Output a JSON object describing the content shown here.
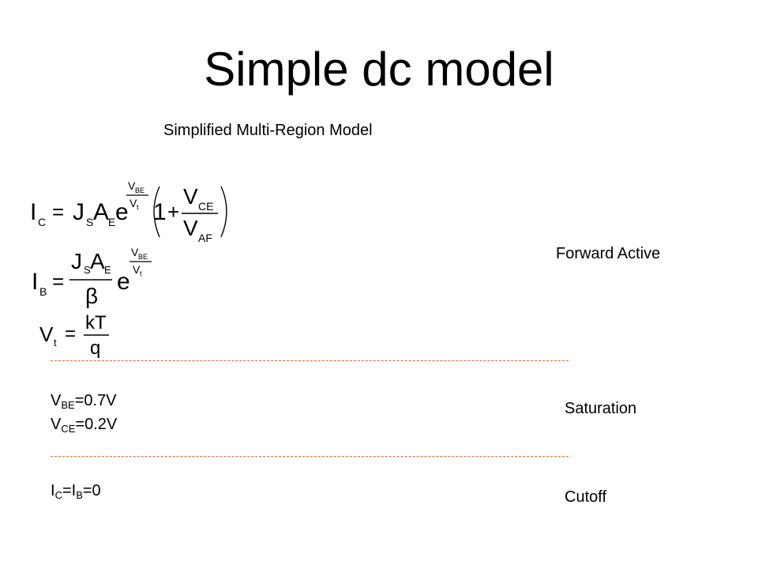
{
  "slide": {
    "title": "Simple dc model",
    "subtitle": "Simplified Multi-Region Model"
  },
  "regions": {
    "forward_active": "Forward Active",
    "saturation": "Saturation",
    "cutoff": "Cutoff"
  },
  "equations": {
    "ic": {
      "I": "I",
      "C": "C",
      "eq": "=",
      "J": "J",
      "S": "S",
      "A": "A",
      "E": "E",
      "e": "e",
      "exp_VBE": "V",
      "exp_BE": "BE",
      "exp_Vt": "V",
      "exp_t": "t",
      "one": "1",
      "plus": "+",
      "V": "V",
      "CE": "CE",
      "AF": "AF"
    },
    "ib": {
      "I": "I",
      "B": "B",
      "eq": "=",
      "J": "J",
      "S": "S",
      "A": "A",
      "E": "E",
      "beta": "β",
      "e": "e",
      "exp_VBE": "V",
      "exp_BE": "BE",
      "exp_Vt": "V",
      "exp_t": "t"
    },
    "vt": {
      "V": "V",
      "t": "t",
      "eq": "=",
      "num": "kT",
      "den": "q"
    }
  },
  "saturation_values": {
    "vbe": {
      "V": "V",
      "sub": "BE",
      "value": "=0.7V"
    },
    "vce": {
      "V": "V",
      "sub": "CE",
      "value": "=0.2V"
    }
  },
  "cutoff_values": {
    "I1": "I",
    "C": "C",
    "eq1": "=",
    "I2": "I",
    "B": "B",
    "value": "=0"
  }
}
